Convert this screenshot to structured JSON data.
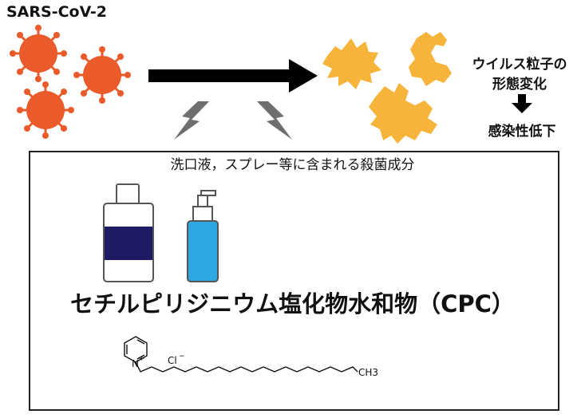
{
  "virus_label": "SARS-CoV-2",
  "result": {
    "line1": "ウイルス粒子の",
    "line2": "形態変化",
    "line3": "感染性低下"
  },
  "box_caption": "洗口液，スプレー等に含まれる殺菌成分",
  "compound_name": "セチルピリジニウム塩化物水和物（CPC）",
  "structure": {
    "n_label": "N",
    "plus": "+",
    "cl_label": "Cl",
    "minus": "−",
    "ch3_label": "CH3"
  },
  "colors": {
    "virus_red": "#EA5A2A",
    "virus_orange": "#F7B43A",
    "bottle_navy": "#1F1A66",
    "spray_blue": "#2EA7E0",
    "lightning": "#6E6E6E"
  },
  "icons": [
    "virus-icon",
    "deformed-virus-icon",
    "arrow-right-icon",
    "arrow-down-icon",
    "lightning-icon",
    "bottle-icon",
    "spray-bottle-icon"
  ]
}
